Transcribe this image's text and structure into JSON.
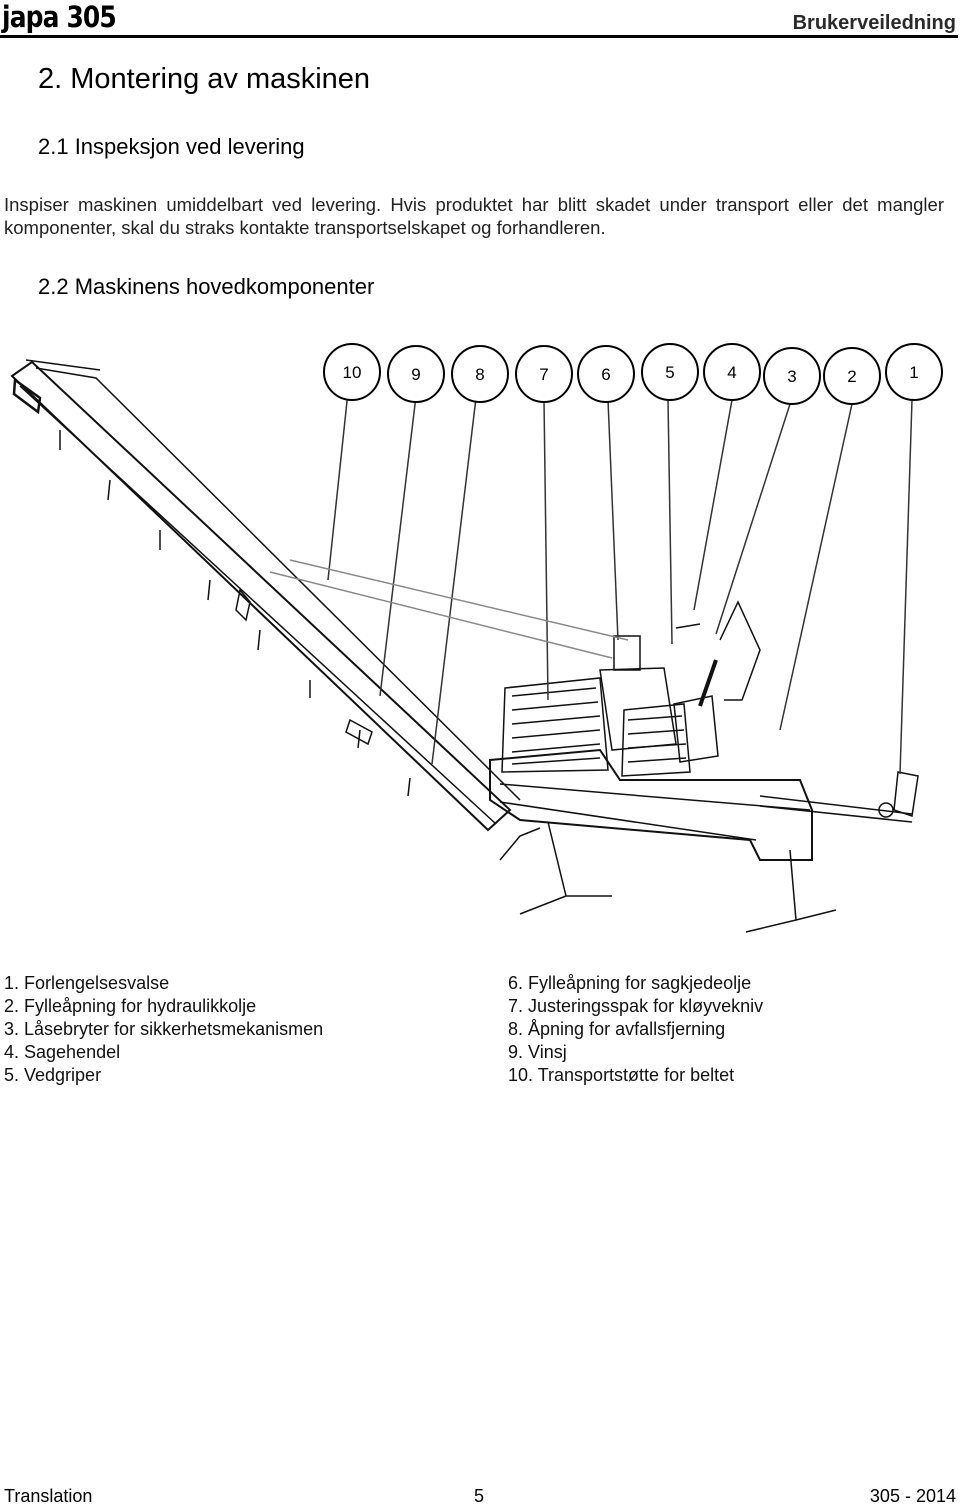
{
  "header": {
    "brand": "japa 305",
    "doc_type": "Brukerveiledning"
  },
  "section": {
    "title": "2.  Montering av maskinen",
    "sub1_title": "2.1 Inspeksjon ved levering",
    "sub1_text": "Inspiser maskinen umiddelbart ved levering. Hvis produktet har blitt skadet under transport eller det mangler komponenter, skal du straks kontakte transportselskapet og forhandleren.",
    "sub2_title": "2.2 Maskinens hovedkomponenter"
  },
  "figure": {
    "callouts": [
      "10",
      "9",
      "8",
      "7",
      "6",
      "5",
      "4",
      "3",
      "2",
      "1"
    ]
  },
  "legend": {
    "left": [
      "1. Forlengelsesvalse",
      "2. Fylleåpning for hydraulikkolje",
      "3. Låsebryter for sikkerhetsmekanismen",
      "4. Sagehendel",
      "5. Vedgriper"
    ],
    "right": [
      "6. Fylleåpning for sagkjedeolje",
      "7. Justeringsspak for kløyvekniv",
      "8. Åpning for avfallsfjerning",
      "9. Vinsj",
      "10. Transportstøtte for beltet"
    ]
  },
  "footer": {
    "left": "Translation",
    "center": "5",
    "right": "305 - 2014"
  }
}
